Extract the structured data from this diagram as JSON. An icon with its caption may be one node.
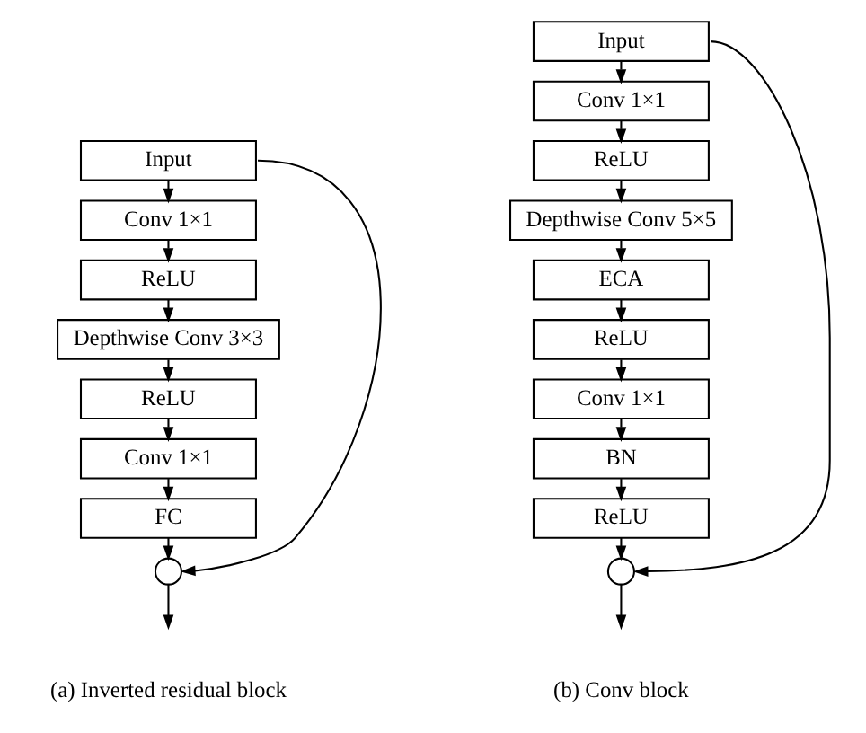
{
  "diagram": {
    "nodes": [
      {
        "text": [
          "Input"
        ]
      },
      {
        "text": [
          "Conv 1×1"
        ]
      },
      {
        "text": [
          "ReLU"
        ]
      },
      {
        "text": [
          "Depthwise Conv 3×3"
        ]
      },
      {
        "text": [
          "ReLU"
        ]
      },
      {
        "text": [
          "Conv 1×1"
        ]
      },
      {
        "text": [
          "FC"
        ]
      },
      {
        "text": [],
        "shape": "circle"
      },
      {
        "text": [
          "Input"
        ]
      },
      {
        "text": [
          "Conv 1×1"
        ]
      },
      {
        "text": [
          "ReLU"
        ]
      },
      {
        "text": [
          "Depthwise Conv 5×5"
        ]
      },
      {
        "text": [
          "ECA"
        ]
      },
      {
        "text": [
          "ReLU"
        ]
      },
      {
        "text": [
          "Conv 1×1"
        ]
      },
      {
        "text": [
          "BN"
        ]
      },
      {
        "text": [
          "ReLU"
        ]
      },
      {
        "text": [],
        "shape": "circle"
      }
    ],
    "edges": [
      {
        "from": 0,
        "to": 1,
        "arrow": "to"
      },
      {
        "from": 1,
        "to": 2,
        "arrow": "to"
      },
      {
        "from": 2,
        "to": 3,
        "arrow": "to"
      },
      {
        "from": 3,
        "to": 4,
        "arrow": "to"
      },
      {
        "from": 4,
        "to": 5,
        "arrow": "to"
      },
      {
        "from": 5,
        "to": 6,
        "arrow": "to"
      },
      {
        "from": 6,
        "to": 7,
        "arrow": "to"
      },
      {
        "from": 0,
        "to": 7,
        "arrow": "to"
      },
      {
        "from": 7,
        "to": null,
        "arrow": "to"
      },
      {
        "from": 8,
        "to": 9,
        "arrow": "to"
      },
      {
        "from": 9,
        "to": 10,
        "arrow": "to"
      },
      {
        "from": 10,
        "to": 11,
        "arrow": "to"
      },
      {
        "from": 11,
        "to": 12,
        "arrow": "to"
      },
      {
        "from": 12,
        "to": 13,
        "arrow": "to"
      },
      {
        "from": 13,
        "to": 14,
        "arrow": "to"
      },
      {
        "from": 14,
        "to": 15,
        "arrow": "to"
      },
      {
        "from": 15,
        "to": 16,
        "arrow": "to"
      },
      {
        "from": 16,
        "to": 17,
        "arrow": "to"
      },
      {
        "from": 8,
        "to": 17,
        "arrow": "to"
      },
      {
        "from": 17,
        "to": null,
        "arrow": "to"
      }
    ],
    "labels": [
      "(a) Inverted residual block",
      "(b) Conv block"
    ]
  }
}
